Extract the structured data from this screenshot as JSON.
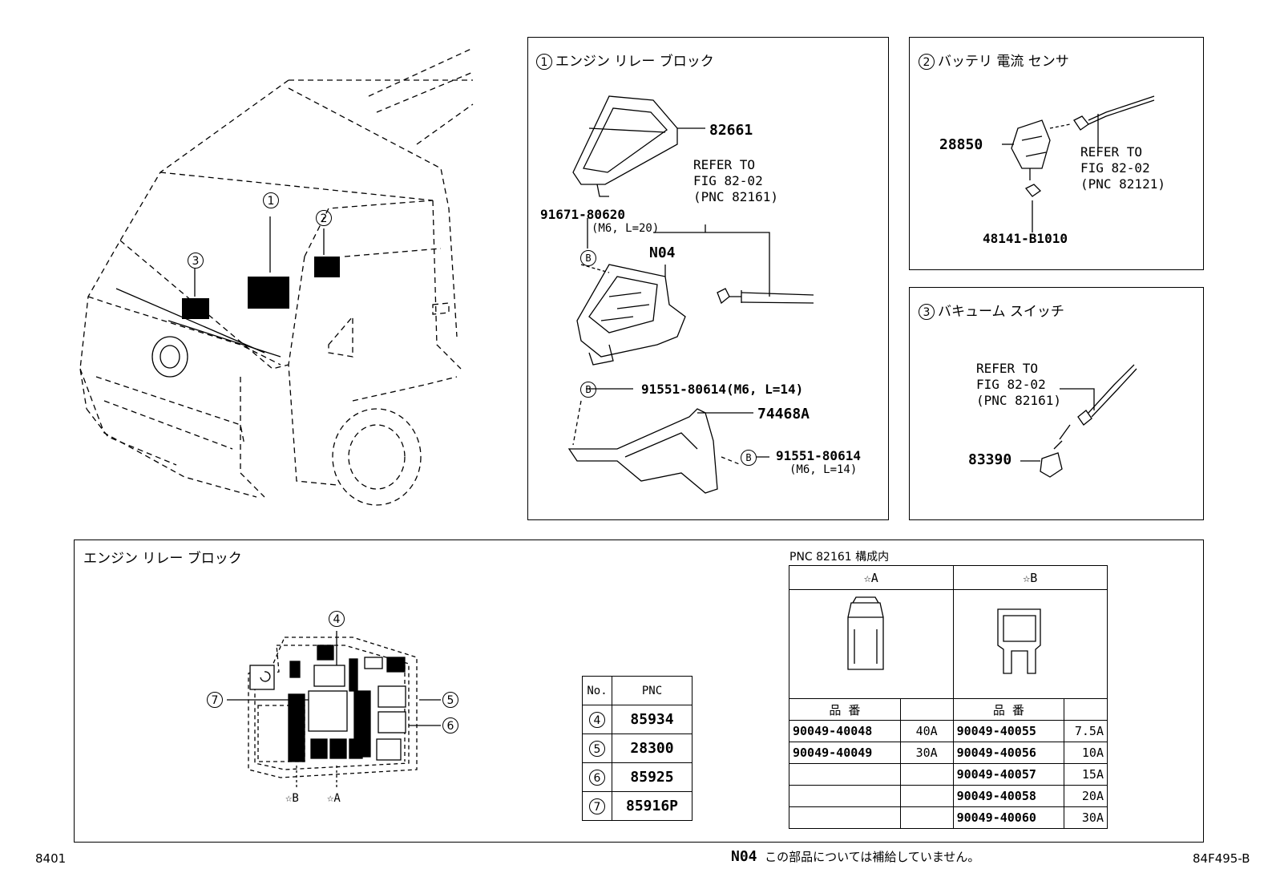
{
  "panel1": {
    "num": "1",
    "title": "エンジン リレー ブロック",
    "parts": {
      "p82661": "82661",
      "p91671": "91671-80620",
      "p91671_spec": "(M6, L=20)",
      "n04": "N04",
      "p91551a": "91551-80614(M6, L=14)",
      "p74468": "74468A",
      "p91551b": "91551-80614",
      "p91551b_spec": "(M6, L=14)"
    },
    "refer": "REFER TO\nFIG 82-02\n(PNC 82161)",
    "marker": "B"
  },
  "panel2": {
    "num": "2",
    "title": "バッテリ 電流 センサ",
    "parts": {
      "p28850": "28850",
      "p48141": "48141-B1010"
    },
    "refer": "REFER TO\nFIG 82-02\n(PNC 82121)"
  },
  "panel3": {
    "num": "3",
    "title": "バキューム スイッチ",
    "parts": {
      "p83390": "83390"
    },
    "refer": "REFER TO\nFIG 82-02\n(PNC 82161)"
  },
  "truck": {
    "callouts": [
      "1",
      "2",
      "3"
    ]
  },
  "bottom": {
    "title": "エンジン リレー ブロック",
    "callouts": [
      "4",
      "5",
      "6",
      "7"
    ],
    "star_a": "☆A",
    "star_b": "☆B",
    "pnc_table": {
      "h_no": "No.",
      "h_pnc": "PNC",
      "rows": [
        {
          "no": "4",
          "pnc": "85934"
        },
        {
          "no": "5",
          "pnc": "28300"
        },
        {
          "no": "6",
          "pnc": "85925"
        },
        {
          "no": "7",
          "pnc": "85916P"
        }
      ]
    },
    "fuse_caption": "PNC 82161 構成内",
    "fuse_table": {
      "head_a": "☆A",
      "head_b": "☆B",
      "col_part": "品 番",
      "rows": [
        {
          "a_part": "90049-40048",
          "a_amp": "40A",
          "b_part": "90049-40055",
          "b_amp": "7.5A"
        },
        {
          "a_part": "90049-40049",
          "a_amp": "30A",
          "b_part": "90049-40056",
          "b_amp": "10A"
        },
        {
          "a_part": "",
          "a_amp": "",
          "b_part": "90049-40057",
          "b_amp": "15A"
        },
        {
          "a_part": "",
          "a_amp": "",
          "b_part": "90049-40058",
          "b_amp": "20A"
        },
        {
          "a_part": "",
          "a_amp": "",
          "b_part": "90049-40060",
          "b_amp": "30A"
        }
      ]
    }
  },
  "footer": {
    "left": "8401",
    "note_code": "N04",
    "note_text": "この部品については補給していません。",
    "right": "84F495-B"
  }
}
